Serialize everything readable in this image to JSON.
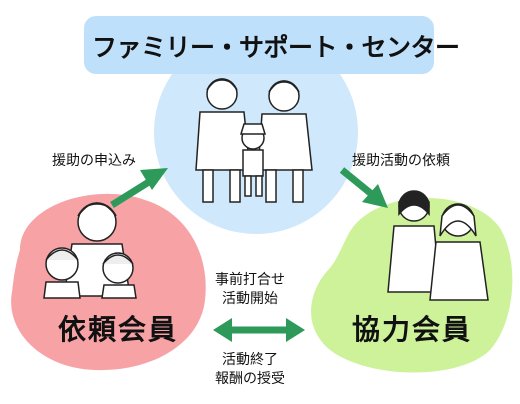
{
  "center": {
    "title": "ファミリー・サポート・センター",
    "bubble_color": "#cfe8fb",
    "title_bg_color": "#bfe0fa"
  },
  "client_member": {
    "label": "依頼会員",
    "bubble_color": "#f7a3a6"
  },
  "provider_member": {
    "label": "協力会員",
    "bubble_color": "#cdf29a"
  },
  "flows": {
    "request": "援助の申込み",
    "assign": "援助活動の依頼",
    "before_activity": [
      "事前打合せ",
      "活動開始"
    ],
    "after_activity": [
      "活動終了",
      "報酬の授受"
    ]
  },
  "arrow_color": "#2e9a5a",
  "icons": [
    "staff-greeting-child-illustration",
    "grandmother-with-children-illustration",
    "two-women-talking-illustration"
  ]
}
